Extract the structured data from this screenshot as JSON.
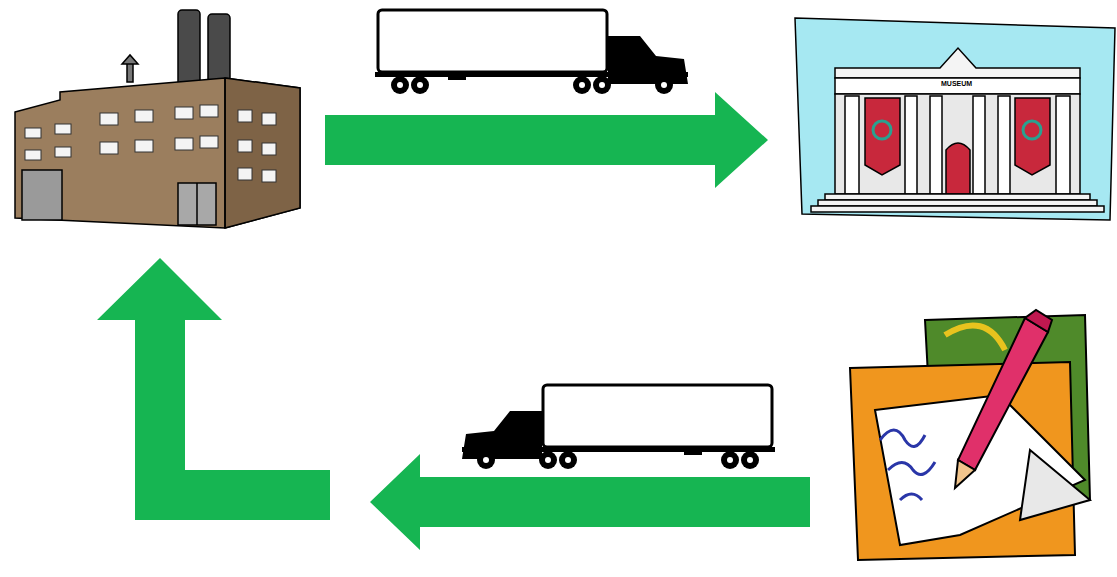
{
  "diagram": {
    "nodes": [
      {
        "text": []
      },
      {
        "text": [
          "MUSEUM"
        ]
      },
      {
        "text": []
      }
    ],
    "edges": [
      {
        "from": 0,
        "to": 1,
        "arrow": "to"
      },
      {
        "from": 2,
        "to": 0,
        "arrow": "to"
      }
    ]
  }
}
